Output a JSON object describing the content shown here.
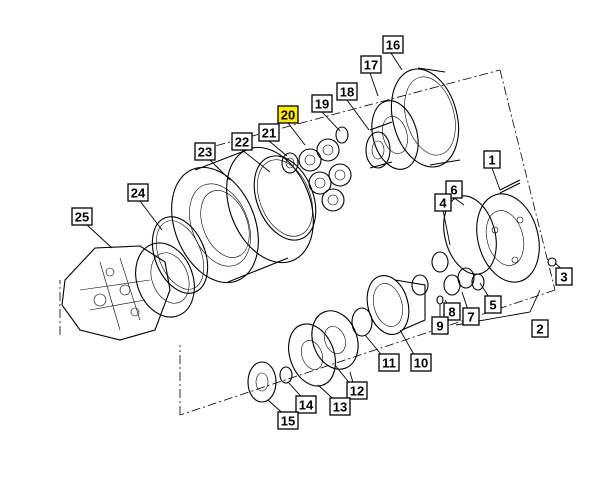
{
  "diagram": {
    "title": "",
    "highlight_color": "#ffe800",
    "callouts": [
      {
        "id": "c1",
        "label": "1"
      },
      {
        "id": "c2",
        "label": "2"
      },
      {
        "id": "c3",
        "label": "3"
      },
      {
        "id": "c4",
        "label": "4"
      },
      {
        "id": "c5",
        "label": "5"
      },
      {
        "id": "c6",
        "label": "6"
      },
      {
        "id": "c7",
        "label": "7"
      },
      {
        "id": "c8",
        "label": "8"
      },
      {
        "id": "c9",
        "label": "9"
      },
      {
        "id": "c10",
        "label": "10"
      },
      {
        "id": "c11",
        "label": "11"
      },
      {
        "id": "c12",
        "label": "12"
      },
      {
        "id": "c13",
        "label": "13"
      },
      {
        "id": "c14",
        "label": "14"
      },
      {
        "id": "c15",
        "label": "15"
      },
      {
        "id": "c16",
        "label": "16"
      },
      {
        "id": "c17",
        "label": "17"
      },
      {
        "id": "c18",
        "label": "18"
      },
      {
        "id": "c19",
        "label": "19"
      },
      {
        "id": "c20",
        "label": "20",
        "highlighted": true
      },
      {
        "id": "c21",
        "label": "21"
      },
      {
        "id": "c22",
        "label": "22"
      },
      {
        "id": "c23",
        "label": "23"
      },
      {
        "id": "c24",
        "label": "24"
      },
      {
        "id": "c25",
        "label": "25"
      }
    ]
  }
}
